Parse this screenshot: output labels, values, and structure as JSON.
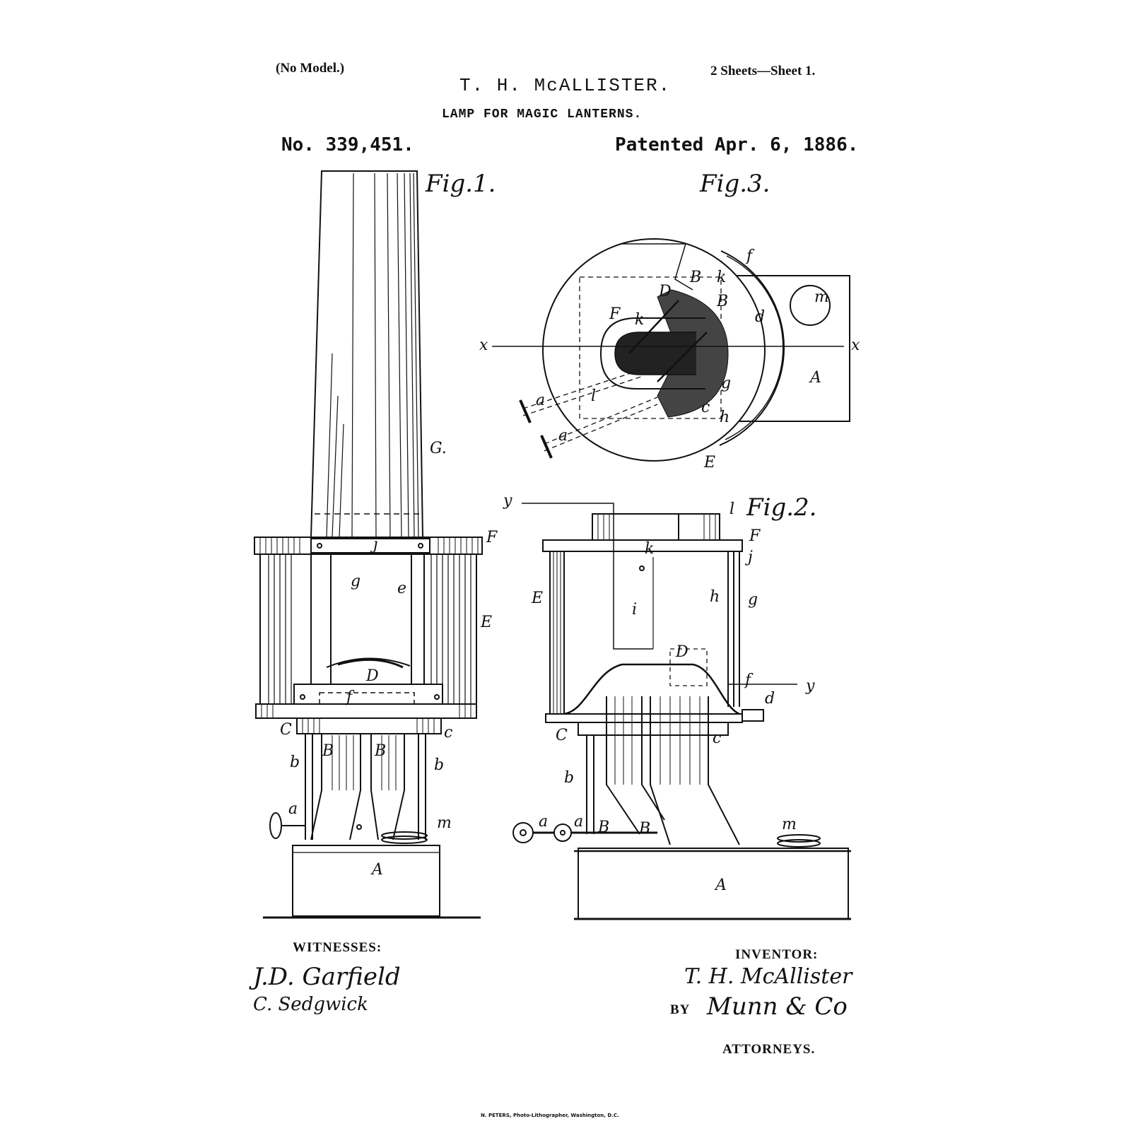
{
  "header": {
    "no_model": "(No Model.)",
    "sheets": "2 Sheets—Sheet 1.",
    "inventor_name": "T. H. McALLISTER.",
    "title": "LAMP FOR MAGIC LANTERNS.",
    "patent_number": "No. 339,451.",
    "patent_date": "Patented Apr. 6, 1886."
  },
  "figures": {
    "fig1": "Fig.1.",
    "fig2": "Fig.2.",
    "fig3": "Fig.3."
  },
  "labels": {
    "G": "G.",
    "F": "F",
    "E": "E",
    "D": "D",
    "j": "j",
    "g": "g",
    "e": "e",
    "f": "f",
    "C": "C",
    "c": "c",
    "B": "B",
    "b": "b",
    "a": "a",
    "m": "m",
    "A": "A",
    "i": "i",
    "k": "k",
    "h": "h",
    "d": "d",
    "l": "l",
    "x": "x",
    "y": "y"
  },
  "footer": {
    "witnesses": "WITNESSES:",
    "witness1": "J.D. Garfield",
    "witness2": "C. Sedgwick",
    "inventor_label": "INVENTOR:",
    "inventor_sig": "T. H. McAllister",
    "by": "BY",
    "attorney_sig": "Munn & Co",
    "attorneys": "ATTORNEYS.",
    "printer": "N. PETERS, Photo-Lithographer, Washington, D.C."
  }
}
